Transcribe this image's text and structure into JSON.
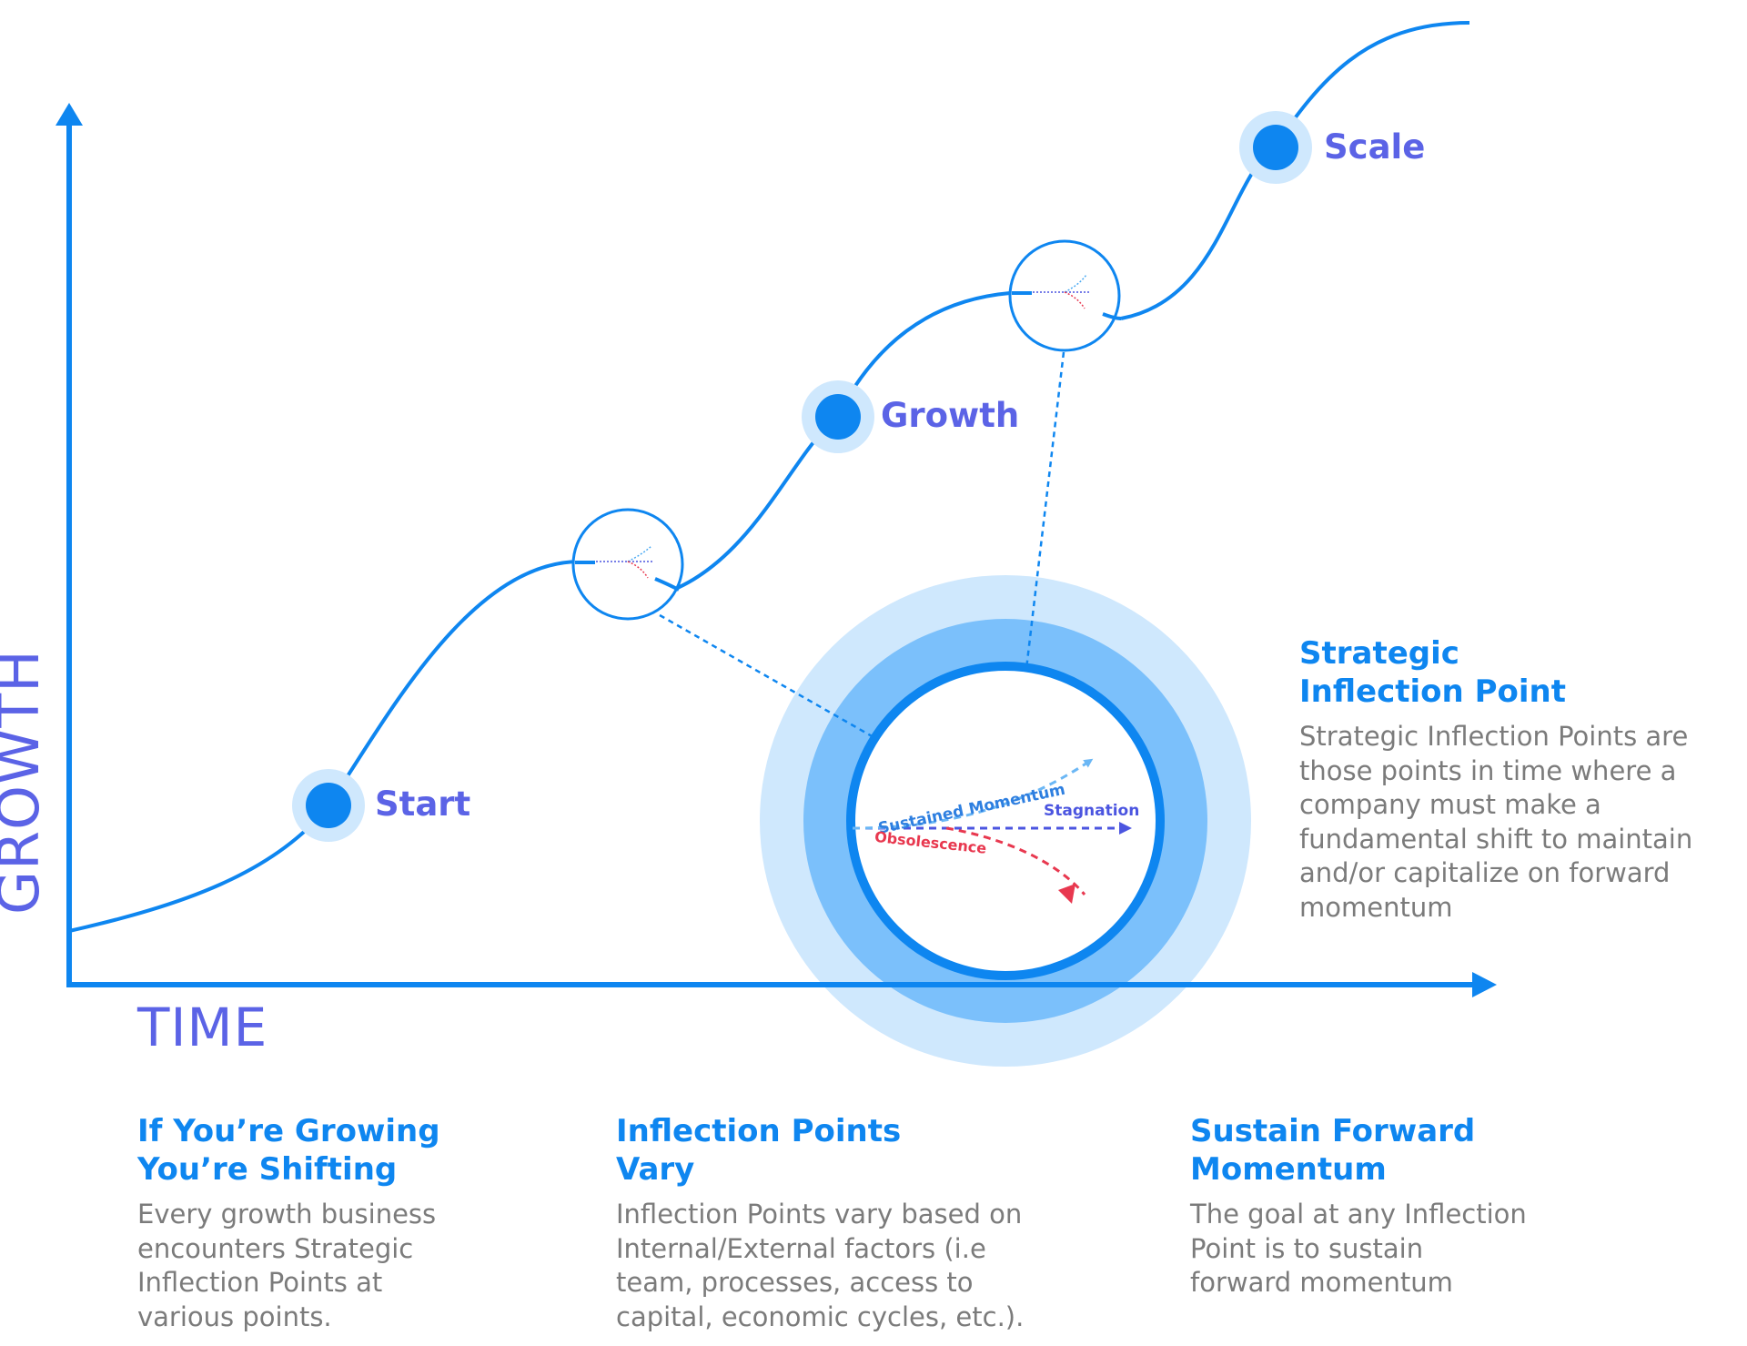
{
  "axes": {
    "y_label": "GROWTH",
    "x_label": "TIME"
  },
  "stages": {
    "start": "Start",
    "growth": "Growth",
    "scale": "Scale"
  },
  "big_circle": {
    "sustained": "Sustained Momentum",
    "stagnation": "Stagnation",
    "obsolescence": "Obsolescence"
  },
  "strategic": {
    "title_line1": "Strategic",
    "title_line2": "Inflection Point",
    "body": [
      "Strategic Inflection Points are",
      "those points in time where a",
      "company must make a",
      "fundamental shift to maintain",
      "and/or capitalize on forward",
      "momentum"
    ]
  },
  "sections": [
    {
      "title": [
        "If You’re Growing",
        "You’re Shifting"
      ],
      "body": [
        "Every growth business",
        "encounters Strategic",
        "Inflection Points at",
        "various points."
      ]
    },
    {
      "title": [
        "Inflection Points",
        "Vary"
      ],
      "body": [
        "Inflection Points vary based on",
        "Internal/External factors (i.e",
        "team, processes, access to",
        "capital, economic cycles, etc.)."
      ]
    },
    {
      "title": [
        "Sustain Forward",
        "Momentum"
      ],
      "body": [
        "The goal at any Inflection",
        "Point is to sustain",
        "forward momentum"
      ]
    }
  ],
  "colors": {
    "primary_blue": "#0e86f0",
    "accent_indigo": "#5b63e6",
    "halo_light": "#cfe8fd",
    "halo_mid": "#7bc0fb",
    "obsolescence_red": "#e8384f",
    "stagnation_indigo": "#4b55e0",
    "sustained_blue": "#4aa9f2",
    "body_gray": "#7b7b7b"
  }
}
